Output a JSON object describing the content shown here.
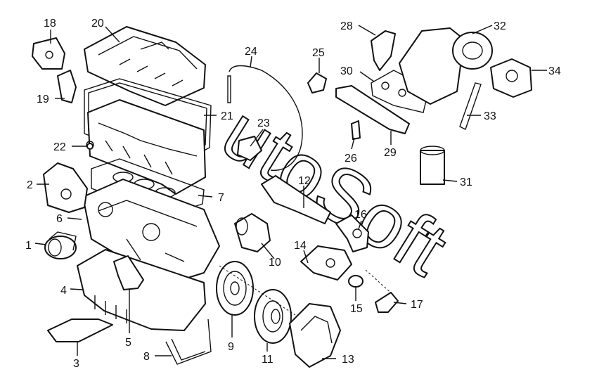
{
  "labels": [
    "1",
    "2",
    "3",
    "4",
    "5",
    "6",
    "7",
    "8",
    "9",
    "10",
    "11",
    "12",
    "13",
    "14",
    "15",
    "16",
    "17",
    "18",
    "19",
    "20",
    "21",
    "22",
    "23",
    "24",
    "25",
    "26",
    "28",
    "29",
    "30",
    "31",
    "32",
    "33",
    "34"
  ],
  "watermark": "utoSoft"
}
